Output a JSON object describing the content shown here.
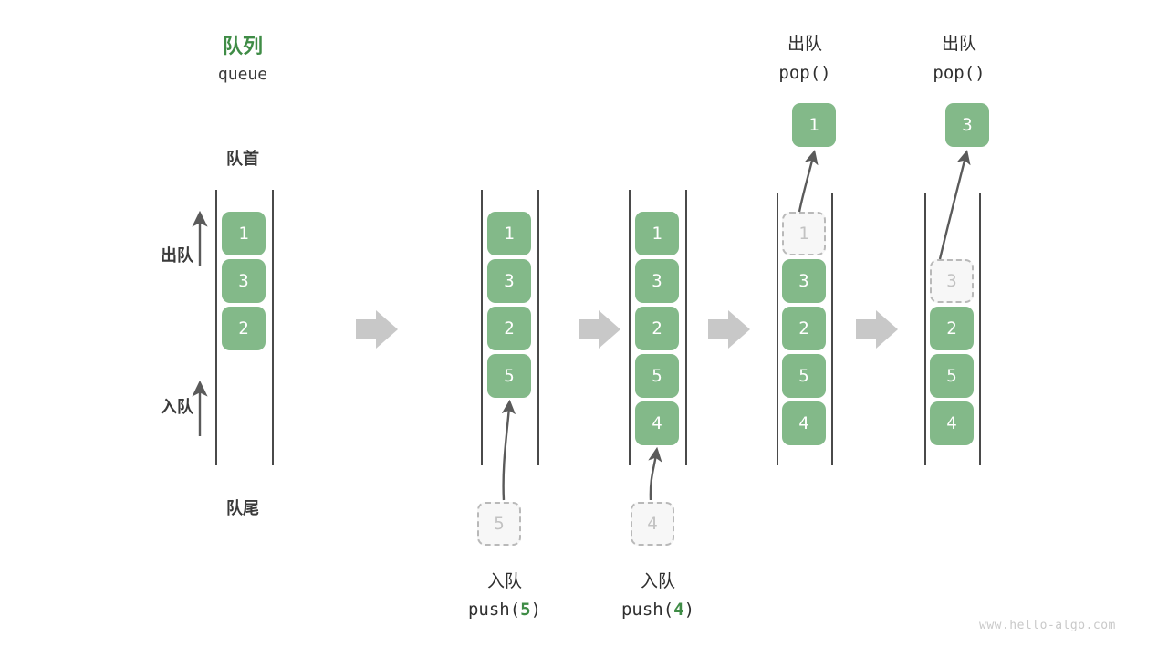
{
  "title": {
    "cn": "队列",
    "en": "queue"
  },
  "labels": {
    "front": "队首",
    "rear": "队尾",
    "dequeue": "出队",
    "enqueue": "入队"
  },
  "watermark": "www.hello-algo.com",
  "colors": {
    "node_green": "#83b989",
    "title_green": "#3f8c46",
    "ghost_fill": "#f7f7f7",
    "ghost_border": "#b9b9b9",
    "rail": "#4a4a4a",
    "step_arrow": "#c8c8c8",
    "thin_arrow": "#5a5a5a",
    "text": "#3a3a3a",
    "watermark": "#c9c9c9"
  },
  "chart_data": {
    "type": "diagram",
    "title": "队列 queue",
    "description": "Queue push/pop operation sequence diagram",
    "steps": [
      {
        "index": 0,
        "name": "initial",
        "queue": [
          "1",
          "3",
          "2"
        ],
        "ghost": null,
        "popped": null,
        "caption_cn": null,
        "caption_code": null
      },
      {
        "index": 1,
        "name": "push-5",
        "queue": [
          "1",
          "3",
          "2",
          "5"
        ],
        "ghost": "5",
        "ghost_position": "below",
        "popped": null,
        "caption_cn": "入队",
        "caption_code": "push(5)",
        "caption_value": "5"
      },
      {
        "index": 2,
        "name": "push-4",
        "queue": [
          "1",
          "3",
          "2",
          "5",
          "4"
        ],
        "ghost": "4",
        "ghost_position": "below",
        "popped": null,
        "caption_cn": "入队",
        "caption_code": "push(4)",
        "caption_value": "4"
      },
      {
        "index": 3,
        "name": "pop-1",
        "queue": [
          "3",
          "2",
          "5",
          "4"
        ],
        "ghost": "1",
        "ghost_position": "slot0",
        "popped": "1",
        "caption_cn": "出队",
        "caption_code": "pop()"
      },
      {
        "index": 4,
        "name": "pop-3",
        "queue": [
          "2",
          "5",
          "4"
        ],
        "ghost": "3",
        "ghost_position": "slot1",
        "popped": "3",
        "caption_cn": "出队",
        "caption_code": "pop()"
      }
    ]
  },
  "columns": [
    {
      "id": "col1",
      "nodes": [
        "1",
        "3",
        "2"
      ]
    },
    {
      "id": "col2",
      "nodes": [
        "1",
        "3",
        "2",
        "5"
      ],
      "ghost": "5",
      "caption_cn": "入队",
      "caption_pre": "push(",
      "caption_val": "5",
      "caption_post": ")"
    },
    {
      "id": "col3",
      "nodes": [
        "1",
        "3",
        "2",
        "5",
        "4"
      ],
      "ghost": "4",
      "caption_cn": "入队",
      "caption_pre": "push(",
      "caption_val": "4",
      "caption_post": ")"
    },
    {
      "id": "col4",
      "ghost": "1",
      "nodes": [
        "3",
        "2",
        "5",
        "4"
      ],
      "popped": "1",
      "header_cn": "出队",
      "header_code": "pop()"
    },
    {
      "id": "col5",
      "ghost": "3",
      "nodes": [
        "2",
        "5",
        "4"
      ],
      "popped": "3",
      "header_cn": "出队",
      "header_code": "pop()"
    }
  ]
}
